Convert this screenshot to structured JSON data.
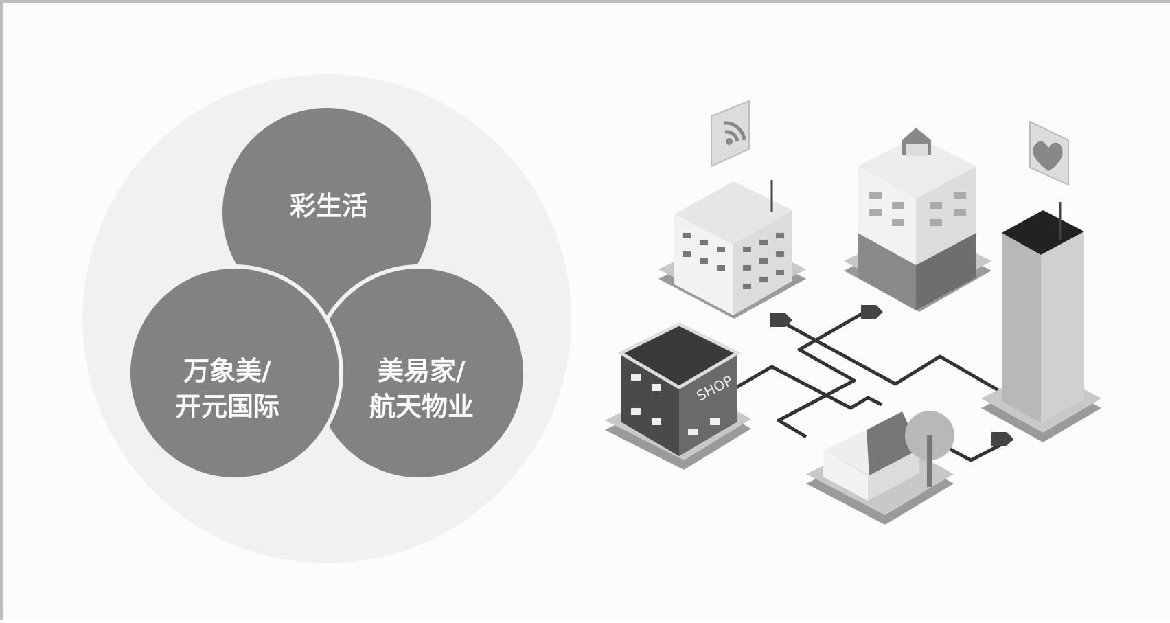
{
  "venn": {
    "top_label": "彩生活",
    "left_label_line1": "万象美/",
    "left_label_line2": "开元国际",
    "right_label_line1": "美易家/",
    "right_label_line2": "航天物业"
  },
  "illustration": {
    "shop_sign": "SHOP"
  },
  "colors": {
    "background": "#fcfcfb",
    "outer_circle": "#f1f1f1",
    "petal": "#828282",
    "border": "#bdbdbd"
  }
}
